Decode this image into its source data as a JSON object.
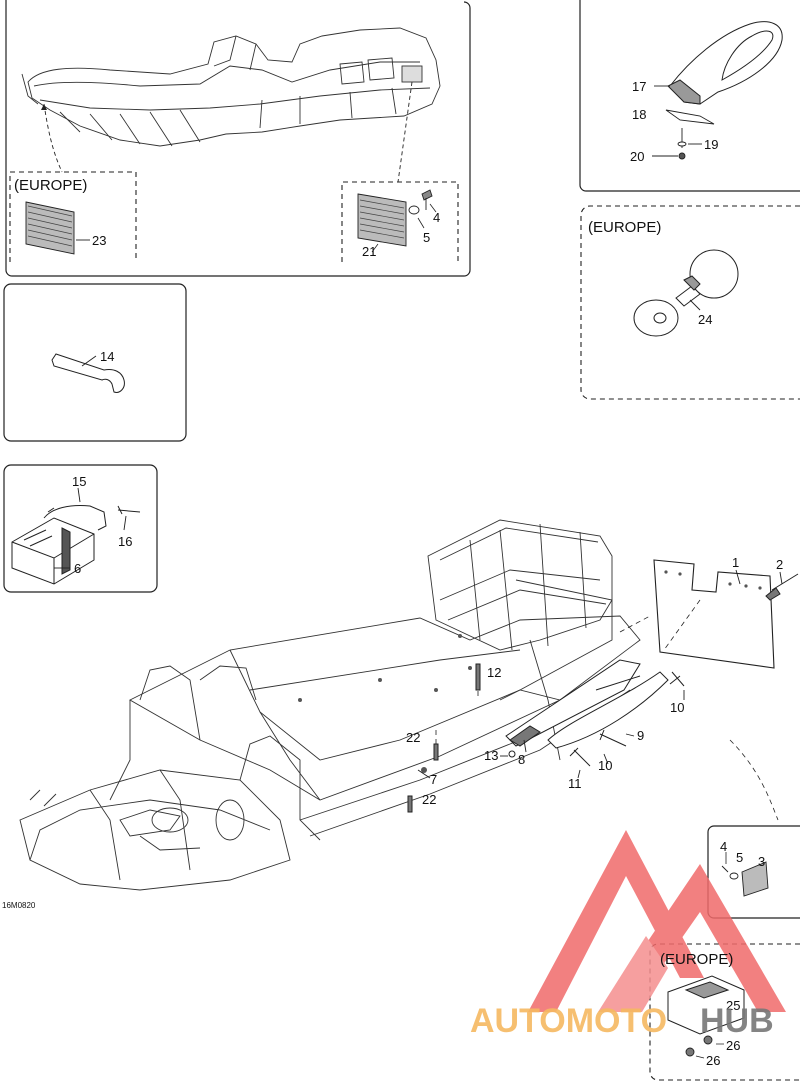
{
  "diagram_code": "16M0820",
  "regions": {
    "europe_label": "(EUROPE)"
  },
  "callouts": {
    "c1": "1",
    "c2": "2",
    "c3": "3",
    "c4a": "4",
    "c4b": "4",
    "c5a": "5",
    "c5b": "5",
    "c6": "6",
    "c7": "7",
    "c8": "8",
    "c9": "9",
    "c10a": "10",
    "c10b": "10",
    "c11": "11",
    "c12": "12",
    "c13": "13",
    "c14": "14",
    "c15": "15",
    "c16": "16",
    "c17": "17",
    "c18": "18",
    "c19": "19",
    "c20": "20",
    "c21": "21",
    "c22a": "22",
    "c22b": "22",
    "c23": "23",
    "c24": "24",
    "c25": "25",
    "c26a": "26",
    "c26b": "26"
  },
  "watermark": {
    "part1": "AUTOMOTO",
    "part2": "HUB",
    "color_orange": "#f5b860",
    "color_red": "#f06a6a",
    "color_gray": "#777777"
  }
}
